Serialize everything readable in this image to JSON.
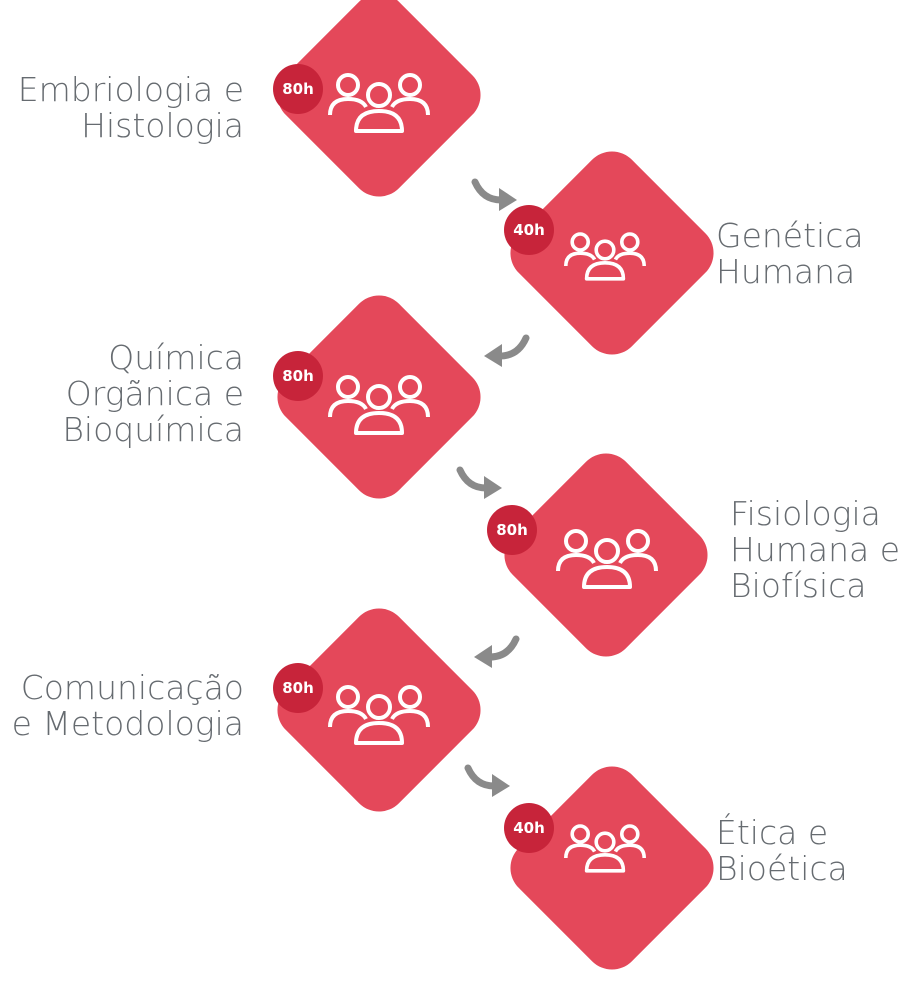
{
  "nodes": [
    {
      "hours": "80h",
      "lines": [
        "Embriologia e",
        "Histologia"
      ]
    },
    {
      "hours": "40h",
      "lines": [
        "Genética",
        "Humana"
      ]
    },
    {
      "hours": "80h",
      "lines": [
        "Química",
        "Orgãnica e",
        "Bioquímica"
      ]
    },
    {
      "hours": "80h",
      "lines": [
        "Fisiologia",
        "Humana e",
        "Biofísica"
      ]
    },
    {
      "hours": "80h",
      "lines": [
        "Comunicação",
        "e Metodologia"
      ]
    },
    {
      "hours": "40h",
      "lines": [
        "Ética e",
        "Bioética"
      ]
    }
  ],
  "icons": {
    "node": "people-group-icon",
    "connector": "curved-arrow-icon"
  },
  "colors": {
    "diamond": "#e4485a",
    "badge": "#c7243a",
    "text": "#666b70",
    "arrow": "#8a8a8a"
  }
}
